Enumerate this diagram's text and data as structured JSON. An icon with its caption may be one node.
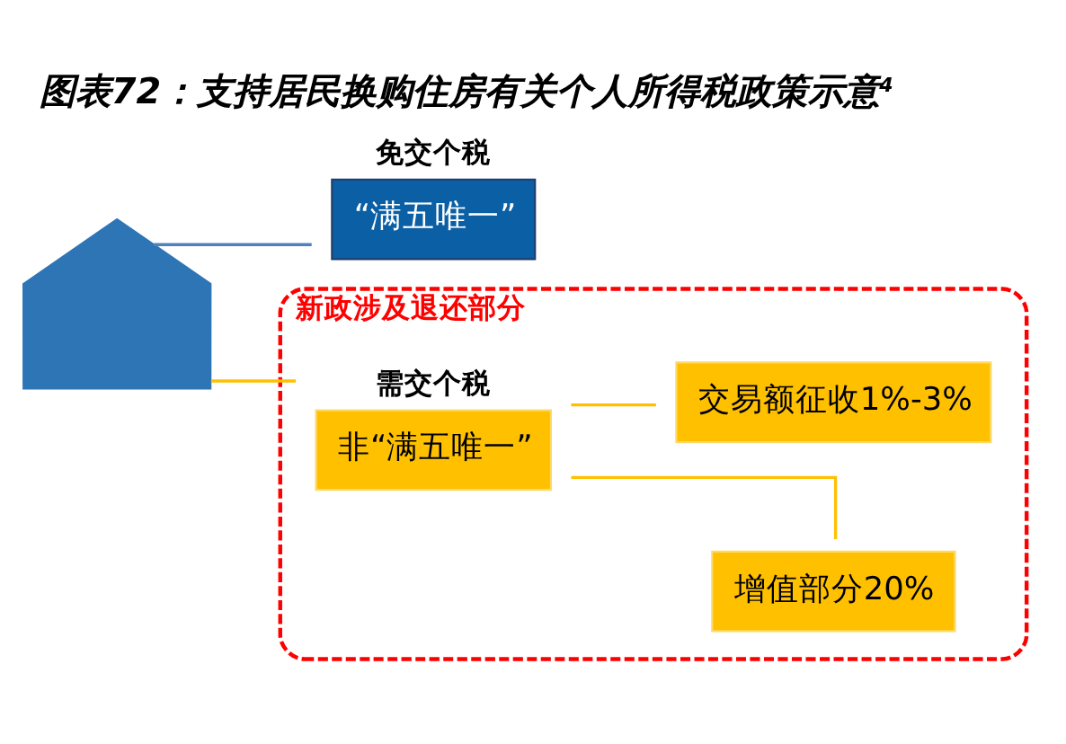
{
  "diagram": {
    "title": "图表72：支持居民换购住房有关个人所得税政策示意$^{4}$",
    "nodes": [
      {
        "text": [],
        "shape": "house"
      },
      {
        "text": [
          "免交个税",
          "“满五唯一”"
        ]
      },
      {
        "text": [
          "新政涉及退还部分"
        ]
      },
      {
        "text": [
          "需交个税",
          "非“满五唯一”"
        ],
        "in": 2
      },
      {
        "text": [
          "增值部分20%"
        ],
        "in": 2
      },
      {
        "text": [
          "交易额征收1%-3%"
        ],
        "in": 2
      }
    ],
    "edges": [
      {
        "from": 0,
        "to": 1,
        "arrow": "none",
        "color": "#4f81bd"
      },
      {
        "from": 0,
        "to": 3,
        "arrow": "none"
      },
      {
        "from": 3,
        "to": 4,
        "arrow": "none"
      },
      {
        "from": 3,
        "to": 5,
        "arrow": "none"
      }
    ]
  }
}
